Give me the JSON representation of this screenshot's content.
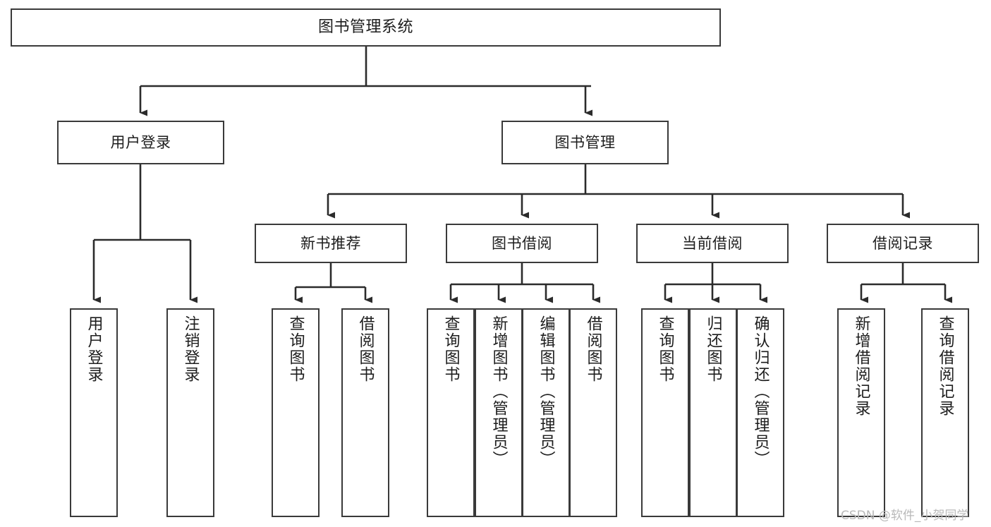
{
  "diagram": {
    "title": "图书管理系统",
    "type": "tree",
    "orientation": "top-down",
    "colors": {
      "box_border": "#3a3a3a",
      "box_fill": "#ffffff",
      "connector": "#2b2b2b",
      "text": "#1d1d1d",
      "watermark": "#b9b9b9",
      "background": "#ffffff"
    },
    "nodes": {
      "root": {
        "label": "图书管理系统"
      },
      "level1": [
        {
          "label": "用户登录"
        },
        {
          "label": "图书管理"
        }
      ],
      "level2": [
        {
          "label": "新书推荐"
        },
        {
          "label": "图书借阅"
        },
        {
          "label": "当前借阅"
        },
        {
          "label": "借阅记录"
        }
      ],
      "leaves": {
        "user_login": [
          {
            "label": "用户登录"
          },
          {
            "label": "注销登录"
          }
        ],
        "new_book_recommend": [
          {
            "label": "查询图书"
          },
          {
            "label": "借阅图书"
          }
        ],
        "book_borrow": [
          {
            "label": "查询图书"
          },
          {
            "label": "新增图书（管理员）"
          },
          {
            "label": "编辑图书（管理员）"
          },
          {
            "label": "借阅图书"
          }
        ],
        "current_borrow": [
          {
            "label": "查询图书"
          },
          {
            "label": "归还图书"
          },
          {
            "label": "确认归还（管理员）"
          }
        ],
        "borrow_record": [
          {
            "label": "新增借阅记录"
          },
          {
            "label": "查询借阅记录"
          }
        ]
      }
    },
    "watermark": "CSDN @软件_小贺同学"
  }
}
